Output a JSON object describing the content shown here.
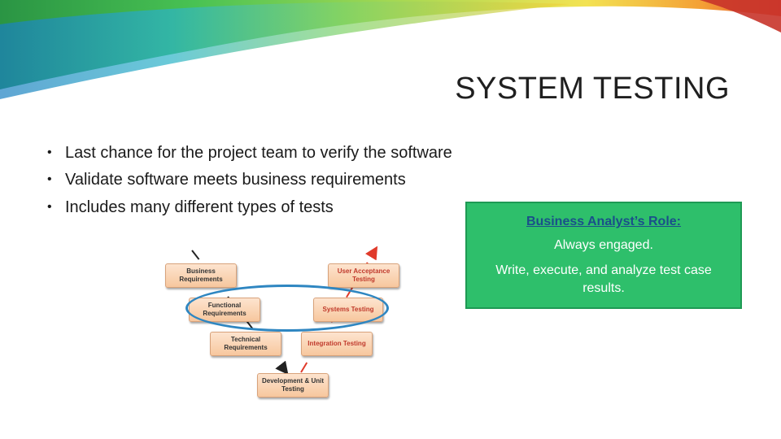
{
  "slide": {
    "title": "SYSTEM TESTING",
    "bullets": [
      "Last chance for the project team to verify the software",
      "Validate software meets business requirements",
      "Includes many different types of tests"
    ],
    "bullet_char": "•"
  },
  "ba_box": {
    "heading": "Business Analyst’s Role:",
    "line1": "Always engaged.",
    "line2": "Write, execute, and analyze test case results.",
    "background": "#2ebf6b",
    "heading_color": "#1a4f8a"
  },
  "v_model": {
    "left": [
      "Business Requirements",
      "Functional Requirements",
      "Technical Requirements"
    ],
    "right": [
      "User Acceptance Testing",
      "Systems Testing",
      "Integration Testing"
    ],
    "bottom": "Development & Unit Testing"
  },
  "colors": {
    "accent_blue": "#2e86c1",
    "stage_fill": "#f7c79e",
    "right_text": "#c0392b"
  }
}
